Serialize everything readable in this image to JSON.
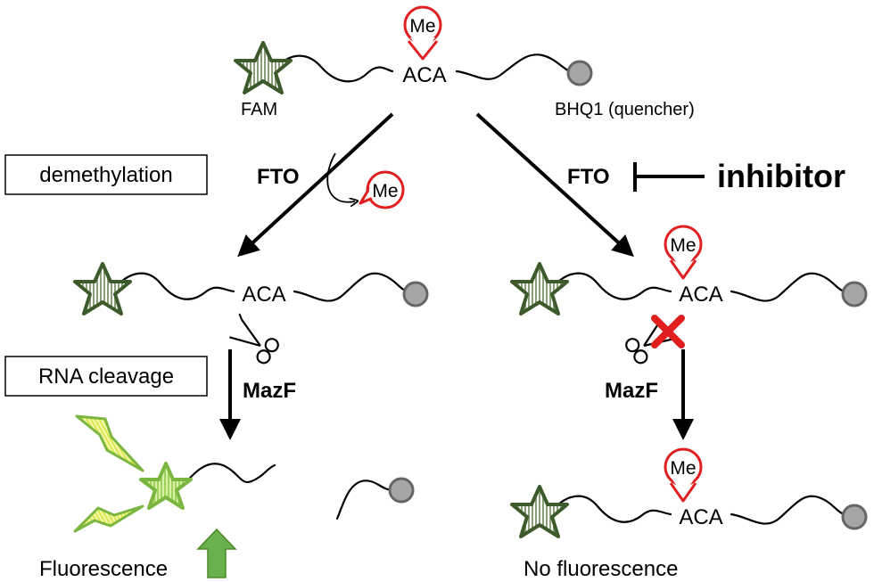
{
  "labels": {
    "fam": "FAM",
    "quencher": "BHQ1 (quencher)",
    "motif": "ACA",
    "methyl": "Me",
    "enzyme_fto": "FTO",
    "enzyme_mazf": "MazF",
    "inhibitor": "inhibitor",
    "step_demethylation": "demethylation",
    "step_cleavage": "RNA cleavage",
    "outcome_positive": "Fluorescence",
    "outcome_negative": "No fluorescence"
  },
  "colors": {
    "star_fill": "#8a9e78",
    "star_stroke": "#3d5a2a",
    "star_bright": "#9fd25a",
    "bolt_fill": "#e8f07a",
    "bolt_stroke": "#7bb640",
    "methyl_red": "#e02020",
    "cross_red": "#e02020",
    "quencher_fill": "#a6a6a6",
    "quencher_stroke": "#666666",
    "up_arrow": "#6ab04c"
  }
}
